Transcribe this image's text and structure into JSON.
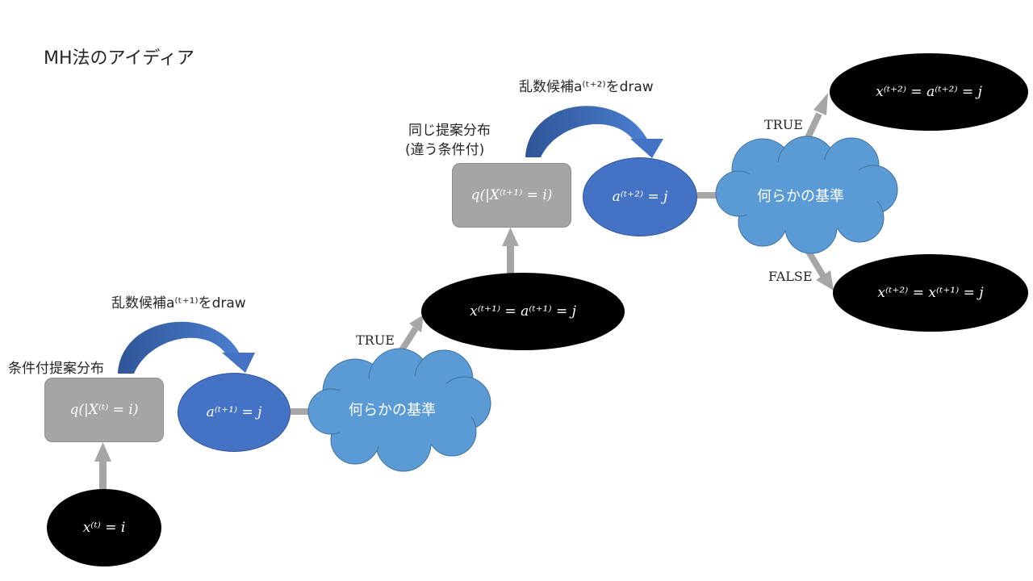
{
  "title": "MH法のアイディア",
  "labels": {
    "proposal_1": "条件付提案分布",
    "proposal_2_line1": "同じ提案分布",
    "proposal_2_line2": "(違う条件付)",
    "draw_1": "乱数候補a⁽ᵗ⁺¹⁾をdraw",
    "draw_2": "乱数候補a⁽ᵗ⁺²⁾をdraw",
    "true_1": "TRUE",
    "true_2": "TRUE",
    "false_2": "FALSE"
  },
  "boxes": {
    "q1": "q(|X⁽ᵗ⁾ = i)",
    "q2": "q(|X⁽ᵗ⁺¹⁾ = i)"
  },
  "nodes": {
    "x_t": "x⁽ᵗ⁾ = i",
    "a_t1": "a⁽ᵗ⁺¹⁾ = j",
    "x_t1": "x⁽ᵗ⁺¹⁾ = a⁽ᵗ⁺¹⁾ = j",
    "a_t2": "a⁽ᵗ⁺²⁾ = j",
    "x_t2_true": "x⁽ᵗ⁺²⁾ = a⁽ᵗ⁺²⁾ = j",
    "x_t2_false": "x⁽ᵗ⁺²⁾ = x⁽ᵗ⁺¹⁾ = j"
  },
  "clouds": {
    "criterion_1": "何らかの基準",
    "criterion_2": "何らかの基準"
  },
  "colors": {
    "box_fill": "#a5a5a5",
    "blue_node": "#4472c4",
    "cloud": "#5b9bd5",
    "arrow": "#a6a6a6",
    "curved_arrow": "#4472c4",
    "black_node": "#000000"
  }
}
